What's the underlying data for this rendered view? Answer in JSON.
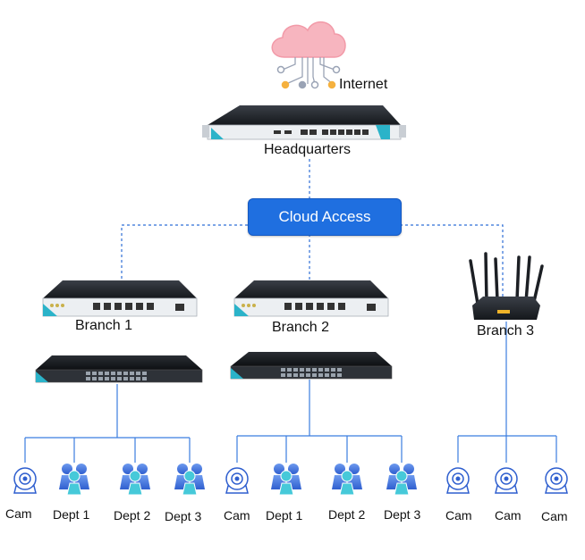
{
  "internet": {
    "label": "Internet"
  },
  "headquarters": {
    "label": "Headquarters"
  },
  "cloud_access": {
    "label": "Cloud Access"
  },
  "branches": [
    {
      "label": "Branch 1"
    },
    {
      "label": "Branch 2"
    },
    {
      "label": "Branch 3"
    }
  ],
  "endpoints": {
    "branch1": [
      "Cam",
      "Dept 1",
      "Dept 2",
      "Dept 3"
    ],
    "branch2": [
      "Cam",
      "Dept 1",
      "Dept 2",
      "Dept 3"
    ],
    "branch3": [
      "Cam",
      "Cam",
      "Cam"
    ]
  },
  "colors": {
    "vpn_line": "#2f6fd6",
    "lan_line": "#3b7de0",
    "cloud_icon": "#f29aa8",
    "users_icon": "#4a7be0",
    "users_accent": "#46c9d9",
    "button": "#1f6fe0"
  }
}
